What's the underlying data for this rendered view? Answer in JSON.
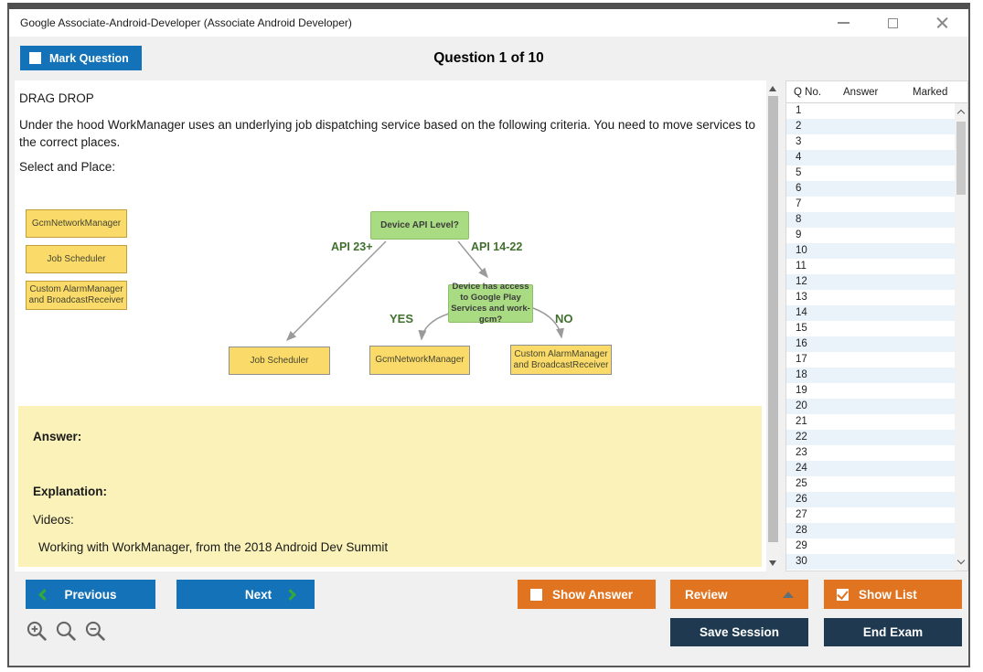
{
  "window": {
    "title": "Google Associate-Android-Developer (Associate Android Developer)"
  },
  "header": {
    "mark_question_label": "Mark Question",
    "question_counter": "Question 1 of 10"
  },
  "question": {
    "type_label": "DRAG DROP",
    "text": "Under the hood WorkManager uses an underlying job dispatching service based on the following criteria. You need to move services to the correct places.",
    "select_label": "Select and Place:"
  },
  "diagram": {
    "drag_items": [
      "GcmNetworkManager",
      "Job Scheduler",
      "Custom AlarmManager and BroadcastReceiver"
    ],
    "decision1": "Device API Level?",
    "decision2": "Device has access to Google Play Services and work-gcm?",
    "branch_api23": "API 23+",
    "branch_api14": "API 14-22",
    "branch_yes": "YES",
    "branch_no": "NO",
    "targets": [
      "Job Scheduler",
      "GcmNetworkManager",
      "Custom AlarmManager and BroadcastReceiver"
    ]
  },
  "answer_panel": {
    "answer_label": "Answer:",
    "explanation_label": "Explanation:",
    "videos_label": "Videos:",
    "video_title": "Working with WorkManager, from the 2018 Android Dev Summit"
  },
  "sidebar": {
    "columns": [
      "Q No.",
      "Answer",
      "Marked"
    ],
    "rows": [
      "1",
      "2",
      "3",
      "4",
      "5",
      "6",
      "7",
      "8",
      "9",
      "10",
      "11",
      "12",
      "13",
      "14",
      "15",
      "16",
      "17",
      "18",
      "19",
      "20",
      "21",
      "22",
      "23",
      "24",
      "25",
      "26",
      "27",
      "28",
      "29",
      "30"
    ]
  },
  "footer": {
    "previous": "Previous",
    "next": "Next",
    "show_answer": "Show Answer",
    "review": "Review",
    "show_list": "Show List",
    "save_session": "Save Session",
    "end_exam": "End Exam"
  },
  "colors": {
    "accent_blue": "#1473b8",
    "accent_orange": "#e07420",
    "navy": "#1f3a50",
    "chevron_green": "#35a935",
    "flow_green": "#a8db82",
    "flow_yellow": "#fadb69",
    "answer_bg": "#faf2b9",
    "alt_row": "#eaf2fa"
  }
}
